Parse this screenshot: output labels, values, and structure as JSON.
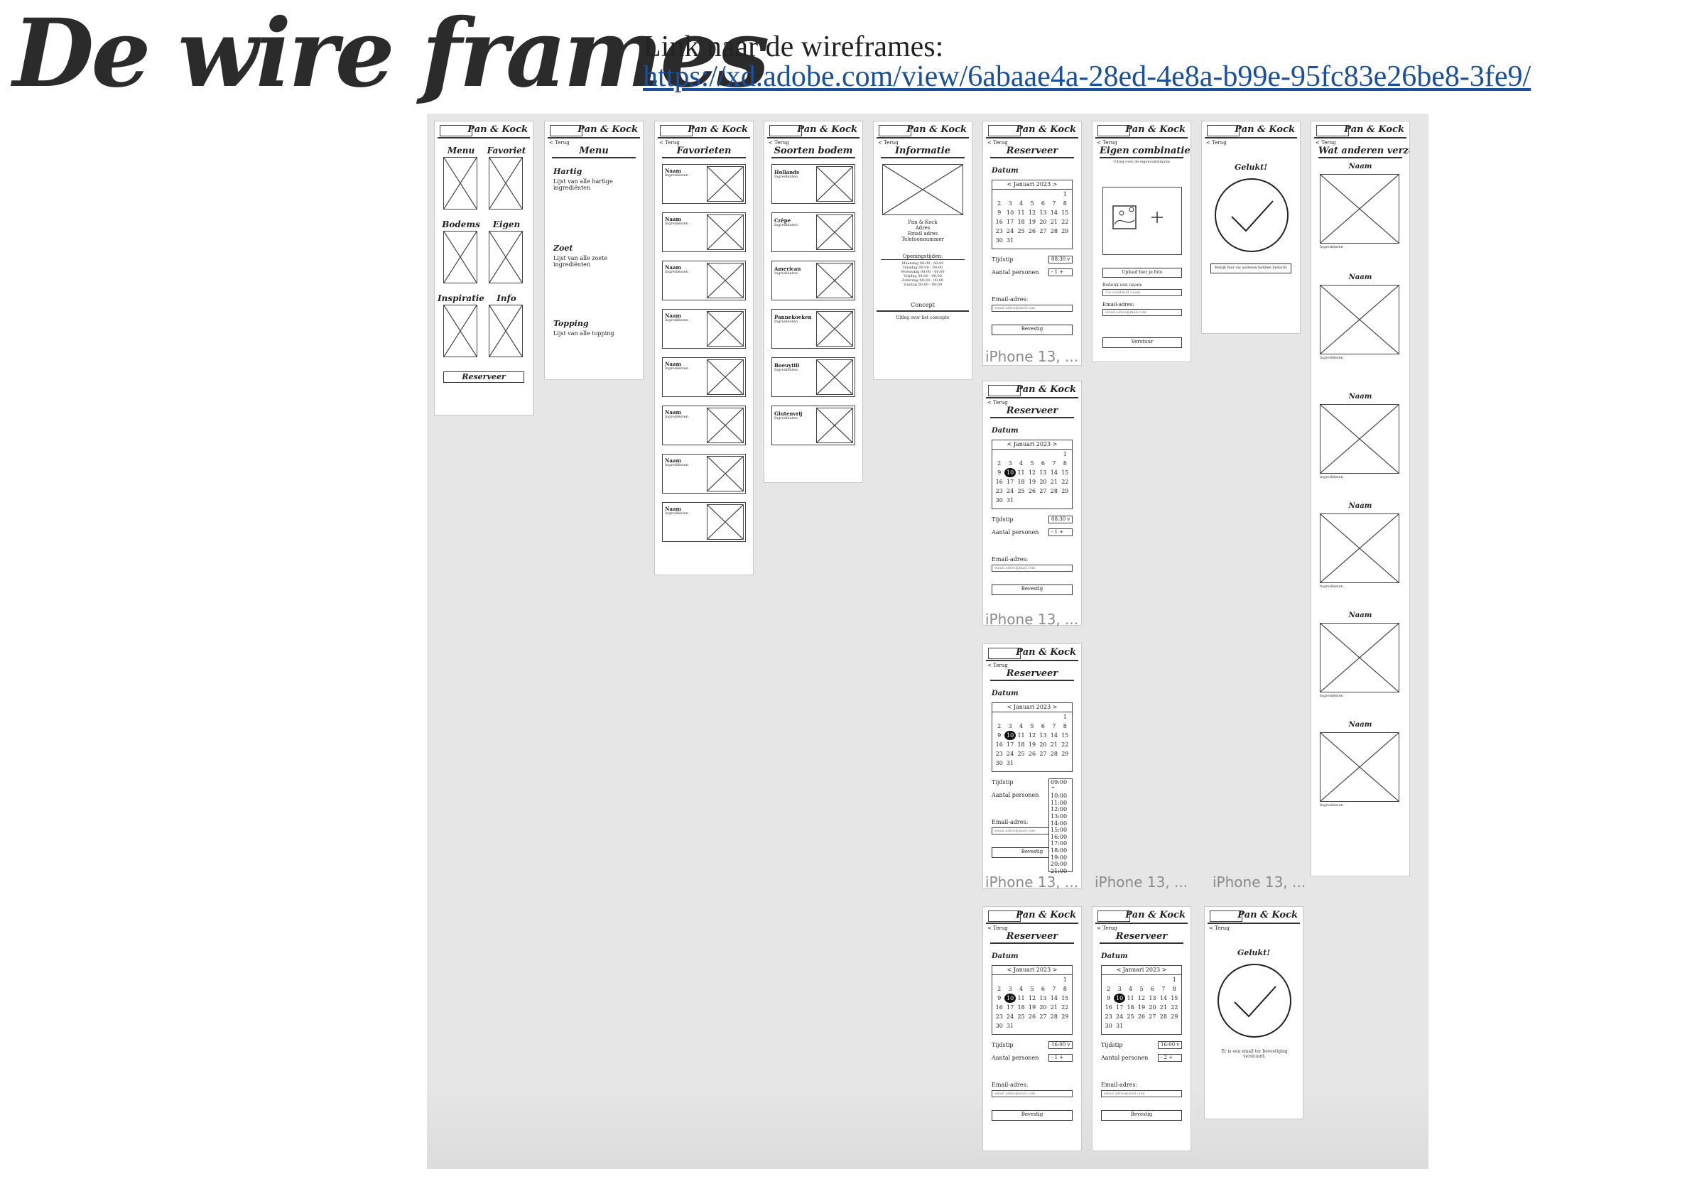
{
  "page": {
    "title": "De wire frames",
    "link_label": "Link naar de wireframes:",
    "link_url": "https://xd.adobe.com/view/6abaae4a-28ed-4e8a-b99e-95fc83e26be8-3fe9/"
  },
  "common": {
    "brand": "Pan & Kock",
    "back": "< Terug",
    "device_caption": "iPhone 13, ...",
    "naam": "Naam",
    "ingredienten": "Ingrediënten"
  },
  "home": {
    "items": [
      "Menu",
      "Favoriet",
      "Bodems",
      "Eigen",
      "Inspiratie",
      "Info"
    ],
    "button": "Reserveer"
  },
  "menu": {
    "title": "Menu",
    "sections": [
      {
        "name": "Hartig",
        "desc": "Lijst van alle hartige ingrediënten"
      },
      {
        "name": "Zoet",
        "desc": "Lijst van alle zoete ingrediënten"
      },
      {
        "name": "Topping",
        "desc": "Lijst van alle topping"
      }
    ]
  },
  "favorieten": {
    "title": "Favorieten"
  },
  "bodems": {
    "title": "Soorten bodem",
    "items": [
      "Hollands",
      "Crêpe",
      "American",
      "Pannekoeken",
      "Boeuytili",
      "Glutenvrij"
    ]
  },
  "info": {
    "title": "Informatie",
    "address_lines": [
      "Pan & Kock",
      "Adres",
      "Email adres",
      "Telefoonnummer"
    ],
    "hours_title": "Openingstijden:",
    "hours": [
      "Maandag  00:00 - 00:00",
      "Dinsdag  00:00 - 00:00",
      "Woensdag  00:00 - 00:00",
      "Vrijdag  00:00 - 00:00",
      "Zaterdag  00:00 - 00:00",
      "Zondag  00:00 - 00:00"
    ],
    "concept_title": "Concept",
    "concept_text": "Uitleg over het concepte"
  },
  "reserveer": {
    "title": "Reserveer",
    "datum": "Datum",
    "month": "< Januari 2023 >",
    "tijdstip": "Tijdstip",
    "personen": "Aantal personen",
    "email_label": "Email-adres:",
    "email_placeholder": "email.adres@mail.com",
    "confirm": "Bevestig",
    "time_default": "08:30 v",
    "time_chosen": "16:00 v",
    "persons_one": "- 1 +",
    "persons_two": "- 2 +",
    "time_options": [
      "09:00",
      "10:00",
      "11:00",
      "12:00",
      "13:00",
      "14:00",
      "15:00",
      "16:00",
      "17:00",
      "18:00",
      "19:00",
      "20:00",
      "21:00"
    ]
  },
  "eigen": {
    "title": "Eigen combinatie",
    "subtitle": "Uitleg over de eigencombinatie",
    "upload": "Upload hier je foto",
    "name_label": "Bedenk een naam:",
    "name_placeholder": "Uw zoetheidt naam",
    "email_label": "Email-adres:",
    "email_placeholder": "email.adres@mail.com",
    "submit": "Verstuur"
  },
  "gelukt": {
    "title": "Gelukt!",
    "button": "Bekijk hier uw anderen hebben bedacht",
    "email_note": "Er is een email ter bevestiging verstuurd."
  },
  "anderen": {
    "title": "Wat anderen verzonnen"
  }
}
